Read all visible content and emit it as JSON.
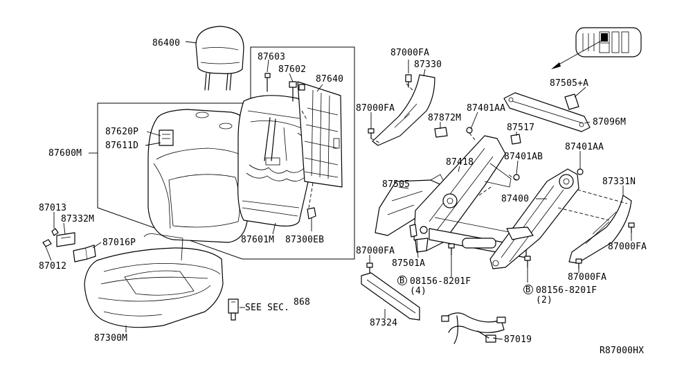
{
  "labels": {
    "headrest": "86400",
    "trim_pin": "87603",
    "clip": "87602",
    "back_board": "87640",
    "back_pad": "87620P",
    "back_trim": "87611D",
    "back_assembly": "87600M",
    "back_frame": "87601M",
    "cushion_clip": "87300EB",
    "nut": "87013",
    "knob": "87332M",
    "screw_small": "87012",
    "finisher_pad": "87016P",
    "cushion_assembly": "87300M",
    "see_sec_prefix": "SEE SEC.",
    "see_sec_num": "868",
    "screw_top": "87000FA",
    "outer_finisher": "87330",
    "screw_left": "87000FA",
    "spacer": "87872M",
    "bolt_mid": "87401AA",
    "lever": "87418",
    "inner_finisher": "87505",
    "screw_lower": "87000FA",
    "bracket": "87501A",
    "bolt1_code": "08156-8201F",
    "bolt1_qty": "(4)",
    "bolt_marker": "B",
    "front_cover": "87324",
    "harness": "87019",
    "cover_a": "87505+A",
    "rail": "87096M",
    "cap": "87517",
    "bolt_ab": "87401AB",
    "bolt_right": "87401AA",
    "adjuster": "87400",
    "side_cover": "87331N",
    "screw_right": "87000FA",
    "screw_bottom": "87000FA",
    "bolt2_code": "08156-8201F",
    "bolt2_qty": "(2)",
    "diagram_code": "R87000HX"
  }
}
